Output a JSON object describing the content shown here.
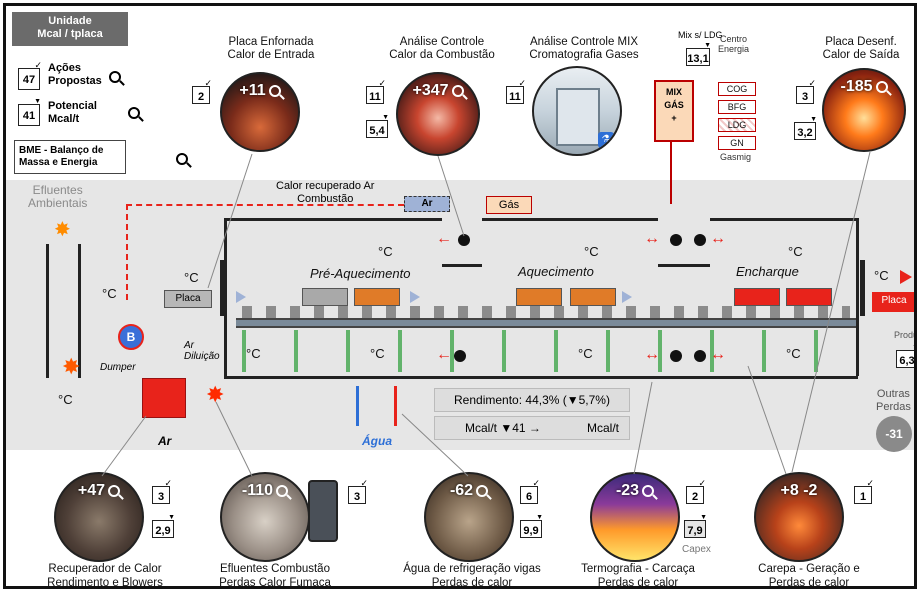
{
  "legend": {
    "unit_title": "Unidade\nMcal / tplaca",
    "acoes_count": "47",
    "acoes_label": "Ações\nPropostas",
    "potencial_count": "41",
    "potencial_label": "Potencial\nMcal/t",
    "bme_label": "BME - Balanço de\nMassa e Energia"
  },
  "top": {
    "placa_enf_title": "Placa Enfornada\nCalor de Entrada",
    "placa_enf_value": "+11",
    "placa_enf_check": "2",
    "combustao_title": "Análise Controle\nCalor da Combustão",
    "combustao_value": "+347",
    "combustao_check": "11",
    "combustao_pot": "5,4",
    "mix_title": "Análise Controle MIX\nCromatografia Gases",
    "mix_check": "11",
    "mix_ldg_label": "Mix s/ LDG",
    "mix_ldg_value": "13,1",
    "centro_energia": "Centro\nEnergia",
    "gasmig": "Gasmig",
    "mix_gas_label": "MIX\nGÁS\n+",
    "gases": [
      "COG",
      "BFG",
      "LDG",
      "GN"
    ],
    "desenf_title": "Placa Desenf.\nCalor de Saída",
    "desenf_value": "-185",
    "desenf_check": "3",
    "desenf_pot": "3,2"
  },
  "furnace": {
    "efluentes": "Efluentes\nAmbientais",
    "calor_rec": "Calor recuperado Ar\nCombustão",
    "ar_box": "Ar",
    "gas_box": "Gás",
    "temp_unit": "°C",
    "placa_in": "Placa",
    "placa_out": "Placa",
    "zone_pre": "Pré-Aquecimento",
    "zone_aq": "Aquecimento",
    "zone_enc": "Encharque",
    "dumper": "Dumper",
    "ar_diluicao": "Ar\nDiluição",
    "blower": "B",
    "ar_label": "Ar",
    "agua_label": "Água",
    "rendimento": "Rendimento: 44,3% (▼5,7%)",
    "mcal_left": "Mcal/t ▼41 →",
    "mcal_right": "Mcal/t",
    "produtividade": "Produtiv",
    "prod_value": "6,3",
    "outras_label": "Outras\nPerdas",
    "outras_value": "-31"
  },
  "bottom": {
    "recup_value": "+47",
    "recup_check": "3",
    "recup_pot": "2,9",
    "recup_caption": "Recuperador de Calor\nRendimento e Blowers",
    "eflu_value": "-110",
    "eflu_check": "3",
    "eflu_caption": "Efluentes Combustão\nPerdas Calor Fumaça",
    "agua_value": "-62",
    "agua_check": "6",
    "agua_pot": "9,9",
    "agua_caption": "Água de refrigeração vigas\nPerdas de calor",
    "termo_value": "-23",
    "termo_check": "2",
    "termo_pot": "7,9",
    "termo_capex": "Capex",
    "termo_caption": "Termografia - Carcaça\nPerdas de calor",
    "carepa_value": "+8  -2",
    "carepa_check": "1",
    "carepa_caption": "Carepa - Geração e\nPerdas de calor"
  },
  "colors": {
    "burner_gray": "#a9a9a9",
    "burner_orange": "#e07b28",
    "burner_red": "#e8231b",
    "arrow_red": "#e8231b",
    "arrow_blue": "#9fb2d6",
    "water_blue": "#2d6fd6"
  }
}
